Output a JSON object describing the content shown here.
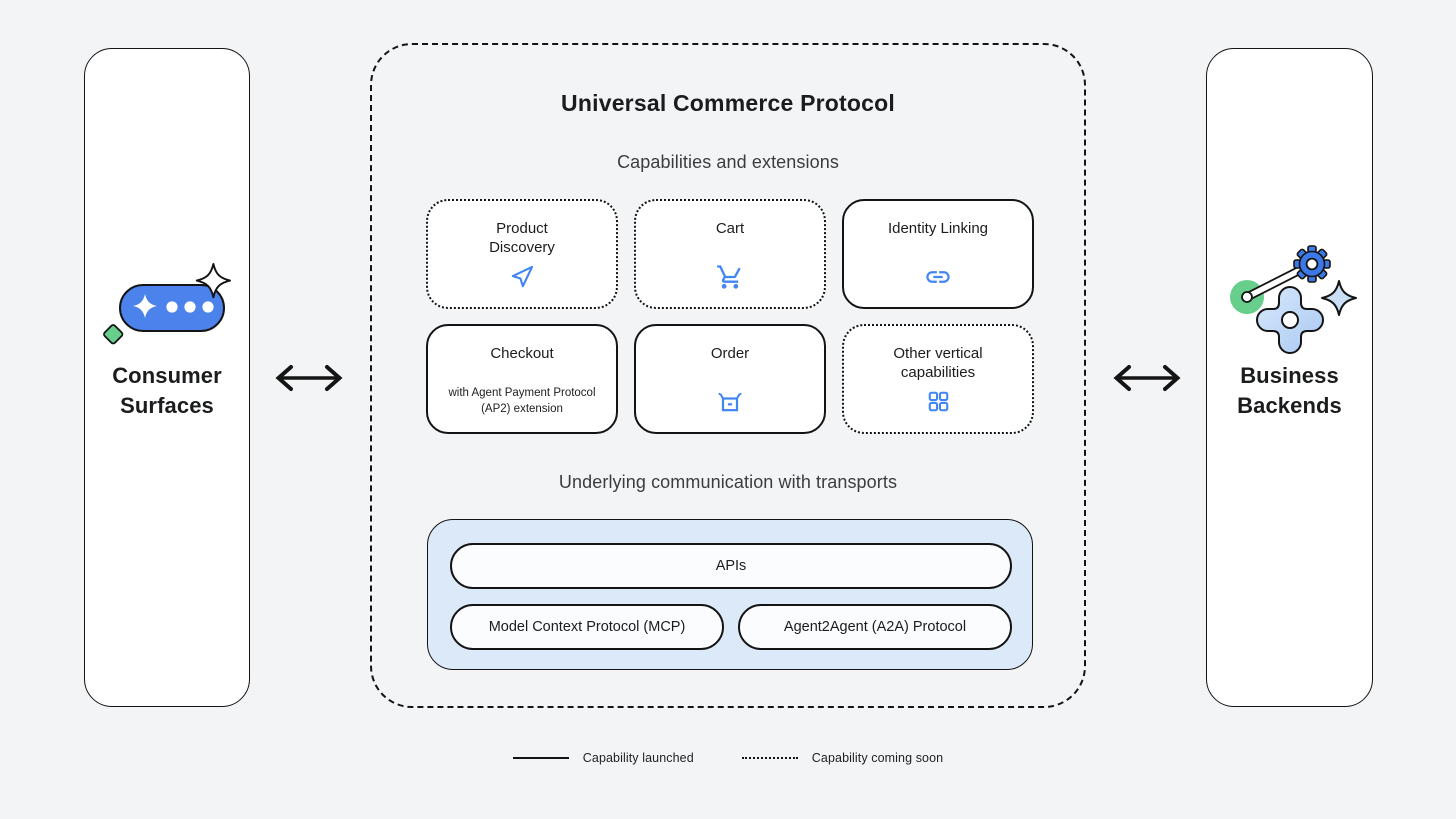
{
  "palette": {
    "background": "#F3F4F5",
    "panel_background": "#FFFFFF",
    "outline_black": "#141414",
    "icon_blue": "#4285F4",
    "bubble_blue": "#4C82EC",
    "gear_blue": "#3C79E8",
    "transport_box_blue": "#DBE9F8",
    "pill_background": "#FAFCFE",
    "sparkle_light_blue": "#C9DFF6",
    "shape_light_blue": "#BFD8F7",
    "green_accent": "#67CE8B"
  },
  "left_panel": {
    "label": "Consumer Surfaces",
    "icon": "chat-sparkle-icon"
  },
  "right_panel": {
    "label": "Business Backends",
    "icon": "gears-sparkle-icon"
  },
  "protocol": {
    "title": "Universal Commerce Protocol",
    "capabilities_heading": "Capabilities and extensions",
    "capabilities": [
      {
        "label": "Product Discovery",
        "icon": "send-icon",
        "status": "coming-soon"
      },
      {
        "label": "Cart",
        "icon": "cart-icon",
        "status": "coming-soon"
      },
      {
        "label": "Identity Linking",
        "icon": "link-icon",
        "status": "launched"
      },
      {
        "label": "Checkout",
        "sublabel": "with Agent Payment Protocol (AP2) extension",
        "icon": "none",
        "status": "launched"
      },
      {
        "label": "Order",
        "icon": "box-icon",
        "status": "launched"
      },
      {
        "label": "Other vertical capabilities",
        "icon": "grid-icon",
        "status": "coming-soon"
      }
    ],
    "transports_heading": "Underlying communication with transports",
    "transports": [
      "APIs",
      "Model Context Protocol (MCP)",
      "Agent2Agent (A2A) Protocol"
    ]
  },
  "legend": {
    "items": [
      {
        "line_style": "solid",
        "label": "Capability launched"
      },
      {
        "line_style": "dotted",
        "label": "Capability coming soon"
      }
    ]
  }
}
